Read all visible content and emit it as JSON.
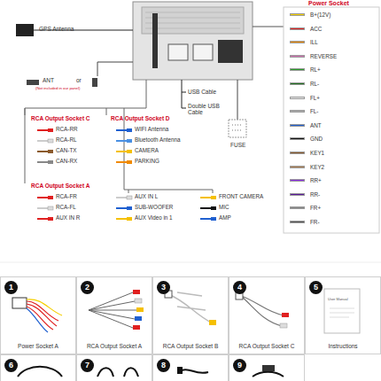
{
  "diagram": {
    "nodes": [
      {
        "text": [
          "1",
          "Power Socket A"
        ]
      },
      {
        "text": [
          "2",
          "RCA Output Socket A"
        ]
      },
      {
        "text": [
          "3",
          "RCA Output Socket B"
        ]
      },
      {
        "text": [
          "4",
          "RCA Output Socket C"
        ]
      },
      {
        "text": [
          "5",
          "Instructions"
        ]
      },
      {
        "text": [
          "6"
        ]
      },
      {
        "text": [
          "7"
        ]
      },
      {
        "text": [
          "8"
        ]
      },
      {
        "text": [
          "9"
        ]
      }
    ],
    "labels": [
      "GPS Antenna",
      "ANT",
      "or",
      "(Not included in our panel)",
      "USB Cable",
      "Double USB Cable",
      "FUSE",
      "RCA Output Socket C",
      "RCA-RR",
      "RCA-RL",
      "CAN-TX",
      "CAN-RX",
      "RCA Output Socket D",
      "WIFI Antenna",
      "Bluetooth Antenna",
      "CAMERA",
      "PARKING",
      "RCA Output Socket A",
      "RCA-FR",
      "RCA-FL",
      "AUX IN R",
      "AUX IN L",
      "SUB-WOOFER",
      "AUX Video in 1",
      "FRONT CAMERA",
      "MIC",
      "AMP",
      "Power Socket",
      "User Manual"
    ],
    "legend": [
      {
        "text": "B+(12V)",
        "color": "#f5d000"
      },
      {
        "text": "ACC",
        "color": "#e02020"
      },
      {
        "text": "ILL",
        "color": "#f08a00"
      },
      {
        "text": "REVERSE",
        "color": "#d070b0"
      },
      {
        "text": "RL+",
        "color": "#2a9d2a"
      },
      {
        "text": "RL-",
        "color": "#1f6f1f"
      },
      {
        "text": "FL+",
        "color": "#e6e6e6"
      },
      {
        "text": "FL-",
        "color": "#aaaaaa"
      },
      {
        "text": "ANT",
        "color": "#2060d0"
      },
      {
        "text": "GND",
        "color": "#111111"
      },
      {
        "text": "KEY1",
        "color": "#8b5a2b"
      },
      {
        "text": "KEY2",
        "color": "#b08050"
      },
      {
        "text": "RR+",
        "color": "#8a2be2"
      },
      {
        "text": "RR-",
        "color": "#5a1a9a"
      },
      {
        "text": "FR+",
        "color": "#888888"
      },
      {
        "text": "FR-",
        "color": "#555555"
      }
    ]
  }
}
